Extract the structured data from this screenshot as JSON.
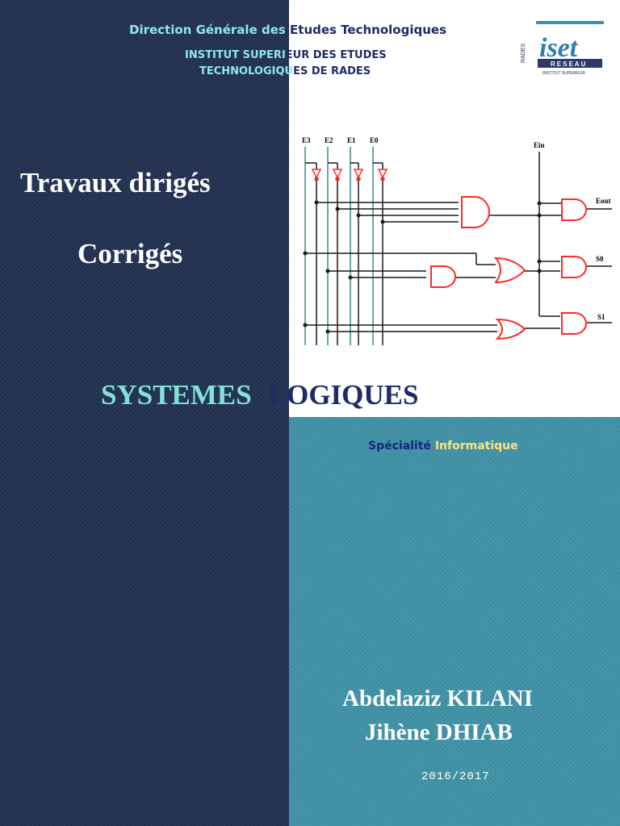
{
  "header": {
    "line1_a": "Direction Générale des ",
    "line1_b": "Etudes Technologiques",
    "line2_a": "INSTITUT  SUPERI",
    "line2_b": "EUR DES ETUDES",
    "line3_a": "TECHNOLOGIQU",
    "line3_b": "ES DE RADES"
  },
  "logo": {
    "side_text": "RADES",
    "main_text": "iset",
    "band_text": "RESEAU",
    "sub_text": "INSTITUT SUPERIEUR"
  },
  "title": {
    "line1": "Travaux dirigés",
    "line2": "Corrigés"
  },
  "subject": {
    "word1": "SYSTEMES",
    "word2": "LOGIQUES"
  },
  "speciality": {
    "label": "Spécialité",
    "value": "Informatique"
  },
  "authors": [
    "Abdelaziz KILANI",
    "Jihène DHIAB"
  ],
  "year": "2016/2017",
  "circuit": {
    "inputs": [
      "E3",
      "E2",
      "E1",
      "E0"
    ],
    "enable_in": "Ein",
    "outputs": [
      "Eout",
      "S0",
      "S1"
    ]
  },
  "colors": {
    "navy": "#223050",
    "teal": "#3d8ea3",
    "cyan_text": "#7fe3d8",
    "dark_blue_text": "#1f2a6b",
    "gate_red": "#ff2a2a",
    "wire_teal": "#3a8a8a"
  }
}
